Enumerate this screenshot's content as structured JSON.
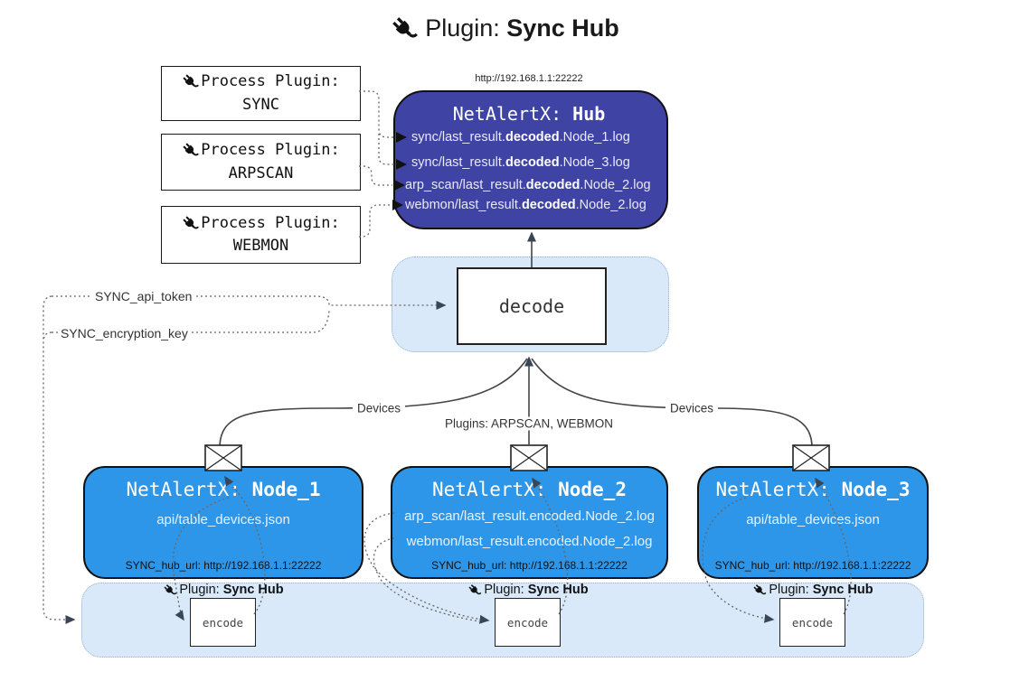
{
  "title": {
    "prefix": "Plugin: ",
    "bold": "Sync Hub"
  },
  "colors": {
    "hub_fill": "#3E43A4",
    "node_fill": "#2E96E8",
    "band_fill": "#D9E9F9",
    "band_border": "#8FB0CE"
  },
  "process_plugins": {
    "items": [
      {
        "line1": "Process Plugin:",
        "line2": "SYNC"
      },
      {
        "line1": "Process Plugin:",
        "line2": "ARPSCAN"
      },
      {
        "line1": "Process Plugin:",
        "line2": "WEBMON"
      }
    ]
  },
  "hub": {
    "url": "http://192.168.1.1:22222",
    "title_prefix": "NetAlertX: ",
    "title_bold": "Hub",
    "log_lines": [
      {
        "pre": "sync/last_result.",
        "bold": "decoded",
        "post": ".Node_1.log"
      },
      {
        "pre": "sync/last_result.",
        "bold": "decoded",
        "post": ".Node_3.log"
      },
      {
        "pre": "arp_scan/last_result.",
        "bold": "decoded",
        "post": ".Node_2.log"
      },
      {
        "pre": "webmon/last_result.",
        "bold": "decoded",
        "post": ".Node_2.log"
      }
    ]
  },
  "decode": {
    "box": "decode"
  },
  "tokens": {
    "api_token": "SYNC_api_token",
    "encryption_key": "SYNC_encryption_key"
  },
  "flows": {
    "devices_left": "Devices",
    "devices_right": "Devices",
    "plugins_center": "Plugins: ARPSCAN, WEBMON"
  },
  "nodes": [
    {
      "title_prefix": "NetAlertX: ",
      "title_bold": "Node_1",
      "lines": [
        "api/table_devices.json"
      ],
      "footer": "SYNC_hub_url: http://192.168.1.1:22222"
    },
    {
      "title_prefix": "NetAlertX: ",
      "title_bold": "Node_2",
      "lines": [
        "arp_scan/last_result.encoded.Node_2.log",
        "webmon/last_result.encoded.Node_2.log"
      ],
      "footer": "SYNC_hub_url: http://192.168.1.1:22222"
    },
    {
      "title_prefix": "NetAlertX: ",
      "title_bold": "Node_3",
      "lines": [
        "api/table_devices.json"
      ],
      "footer": "SYNC_hub_url: http://192.168.1.1:22222"
    }
  ],
  "encode_sections": [
    {
      "label_prefix": "Plugin: ",
      "label_bold": "Sync Hub",
      "box": "encode"
    },
    {
      "label_prefix": "Plugin: ",
      "label_bold": "Sync Hub",
      "box": "encode"
    },
    {
      "label_prefix": "Plugin: ",
      "label_bold": "Sync Hub",
      "box": "encode"
    }
  ]
}
